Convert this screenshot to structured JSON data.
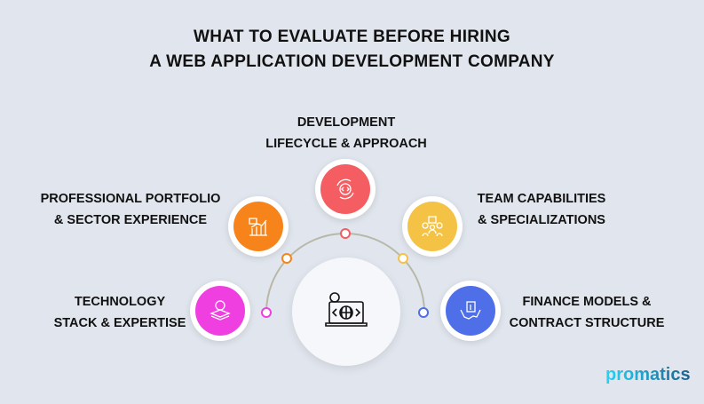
{
  "title": {
    "line1": "WHAT TO EVALUATE BEFORE HIRING",
    "line2": "A WEB APPLICATION DEVELOPMENT COMPANY"
  },
  "items": [
    {
      "line1": "TECHNOLOGY",
      "line2": "STACK & EXPERTISE",
      "color": "#f03fe0",
      "icon": "lightbulb-layers-icon"
    },
    {
      "line1": "PROFESSIONAL PORTFOLIO",
      "line2": "& SECTOR EXPERIENCE",
      "color": "#f7841a",
      "icon": "growth-chart-icon"
    },
    {
      "line1": "DEVELOPMENT",
      "line2": "LIFECYCLE & APPROACH",
      "color": "#f45d62",
      "icon": "code-cycle-gear-icon"
    },
    {
      "line1": "TEAM CAPABILITIES",
      "line2": "& SPECIALIZATIONS",
      "color": "#f4c244",
      "icon": "team-icon"
    },
    {
      "line1": "FINANCE MODELS &",
      "line2": "CONTRACT STRUCTURE",
      "color": "#4f6fe8",
      "icon": "handshake-contract-icon"
    }
  ],
  "center_icon": "laptop-web-gear-icon",
  "logo": "promatics"
}
